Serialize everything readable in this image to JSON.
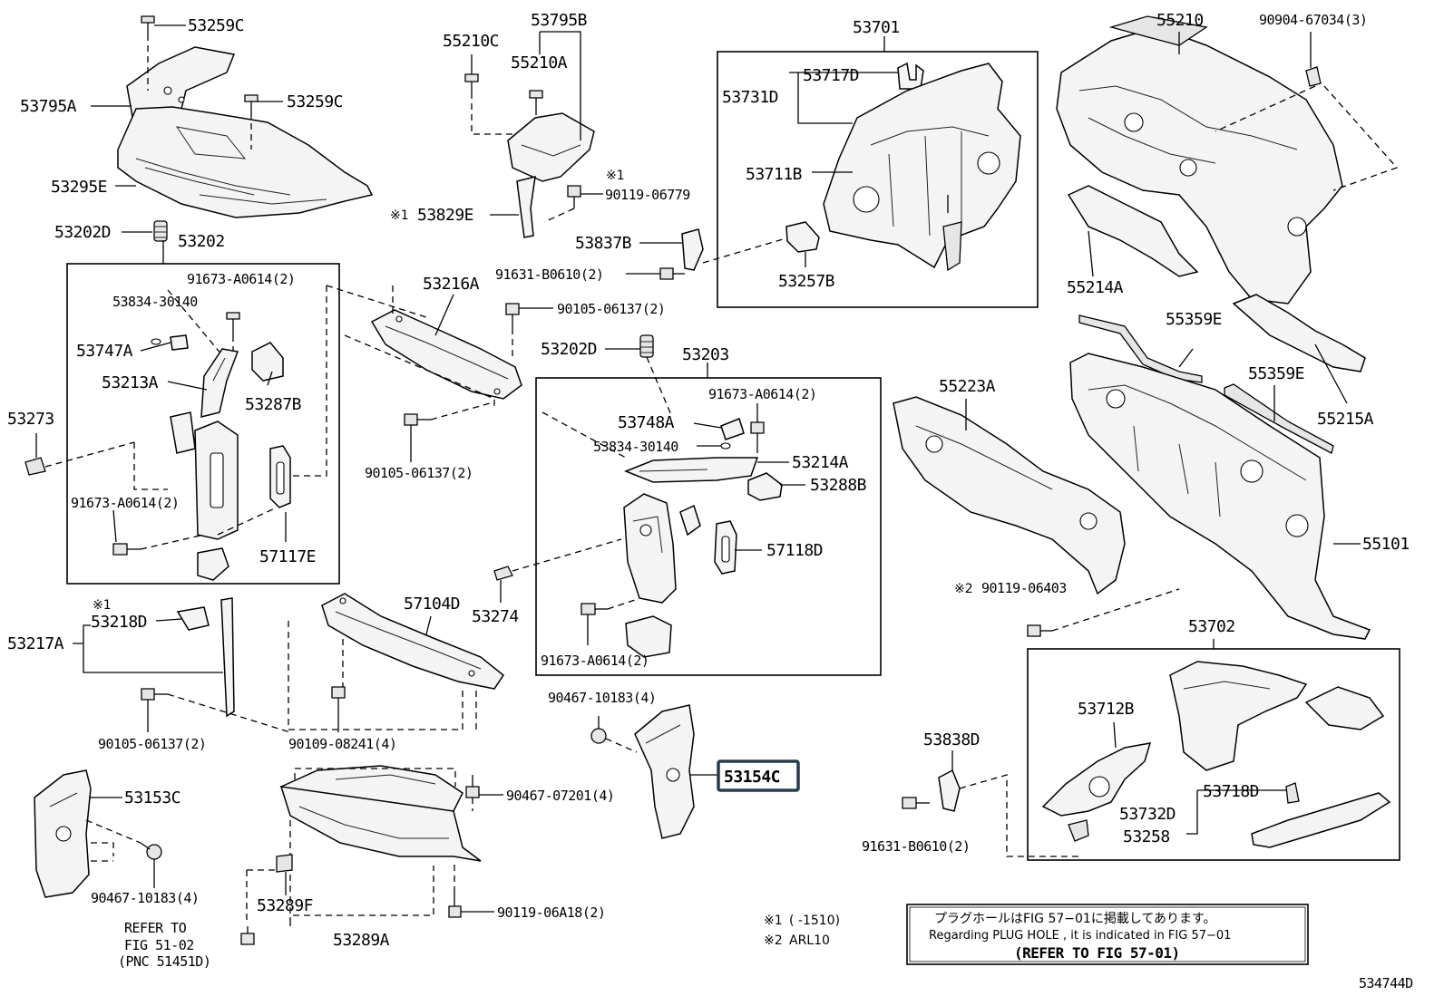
{
  "diagram_id": "534744D",
  "labels": {
    "p53259C_top": "53259C",
    "p53795A": "53795A",
    "p53259C_mid": "53259C",
    "p53295E": "53295E",
    "p53202D_left": "53202D",
    "p53202": "53202",
    "p91673_tl": "91673-A0614(2)",
    "p53834_left": "53834-30140",
    "p53747A": "53747A",
    "p53213A": "53213A",
    "p53287B": "53287B",
    "p53273": "53273",
    "p91673_ml": "91673-A0614(2)",
    "p57117E": "57117E",
    "note1_53218D": "※1",
    "p53218D": "53218D",
    "p53217A": "53217A",
    "p90105_bl": "90105-06137(2)",
    "p90109": "90109-08241(4)",
    "p57104D": "57104D",
    "p53153C": "53153C",
    "p90467_bl": "90467-10183(4)",
    "p90467_07201": "90467-07201(4)",
    "p53289F": "53289F",
    "p53289A": "53289A",
    "p90119_06A18": "90119-06A18(2)",
    "refer1": "REFER TO",
    "refer2": "FIG 51-02",
    "refer3": "(PNC 51451D)",
    "p55210C": "55210C",
    "p53795B": "53795B",
    "p55210A": "55210A",
    "note1_90119": "※1",
    "p90119_06779": "90119-06779",
    "note1_53829E": "※1",
    "p53829E": "53829E",
    "p53837B": "53837B",
    "p91631_top": "91631-B0610(2)",
    "p53216A": "53216A",
    "p90105_a": "90105-06137(2)",
    "p90105_b": "90105-06137(2)",
    "p53202D_mid": "53202D",
    "p53203": "53203",
    "p91673_mr": "91673-A0614(2)",
    "p53748A": "53748A",
    "p53834_mid": "53834-30140",
    "p53214A": "53214A",
    "p53288B": "53288B",
    "p57118D": "57118D",
    "p53274": "53274",
    "p91673_br": "91673-A0614(2)",
    "p90467_10183_mid": "90467-10183(4)",
    "p53154C": "53154C",
    "p53701": "53701",
    "p53717D": "53717D",
    "p53731D": "53731D",
    "p53711B": "53711B",
    "p53257B": "53257B",
    "p55210": "55210",
    "p90904": "90904-67034(3)",
    "p55214A": "55214A",
    "p55359E_a": "55359E",
    "p55359E_b": "55359E",
    "p55215A": "55215A",
    "p55223A": "55223A",
    "p55101": "55101",
    "note2_90119": "※2",
    "p90119_06403": "90119-06403",
    "p53702": "53702",
    "p53712B": "53712B",
    "p53838D": "53838D",
    "p53718D": "53718D",
    "p53732D": "53732D",
    "p53258": "53258",
    "p91631_bot": "91631-B0610(2)"
  },
  "footnotes": {
    "n1_mark": "※1",
    "n1_text": "(      -1510)",
    "n2_mark": "※2",
    "n2_text": "ARL10"
  },
  "notice": {
    "line1": "プラグホールはFIG 57−01に掲載してあります。",
    "line2": "Regarding  PLUG HOLE , it is indicated in FIG  57−01",
    "line3": "(REFER TO FIG 57-01)"
  },
  "highlight_part": "53154C"
}
